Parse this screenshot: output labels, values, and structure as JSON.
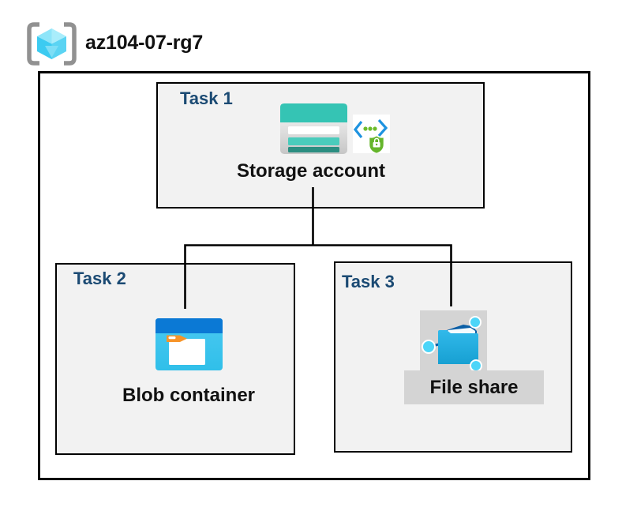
{
  "header": {
    "resource_group_name": "az104-07-rg7"
  },
  "tasks": [
    {
      "label": "Task 1",
      "resource": "Storage account"
    },
    {
      "label": "Task 2",
      "resource": "Blob container"
    },
    {
      "label": "Task 3",
      "resource": "File share"
    }
  ],
  "icons": {
    "resource_group": "azure-resource-group-icon (cube in brackets)",
    "storage_account": "azure-storage-account-icon (teal stacked bars)",
    "sas_security": "code-brackets-shield-lock-icon",
    "blob_container": "azure-blob-container-icon (blue window folder with orange tag)",
    "file_share": "azure-file-share-icon (shared folder with network nodes)"
  },
  "colors": {
    "task_label": "#1b4a73",
    "box_fill": "#f2f2f2",
    "box_border": "#000000",
    "connector": "#000000",
    "fileshare_backdrop": "#d4d4d4",
    "storage_teal": "#35c4b4",
    "blob_blue": "#0b79d5",
    "folder_cyan": "#2db5e8",
    "shield_green": "#65b52b",
    "bracket_blue": "#1e93e0"
  }
}
